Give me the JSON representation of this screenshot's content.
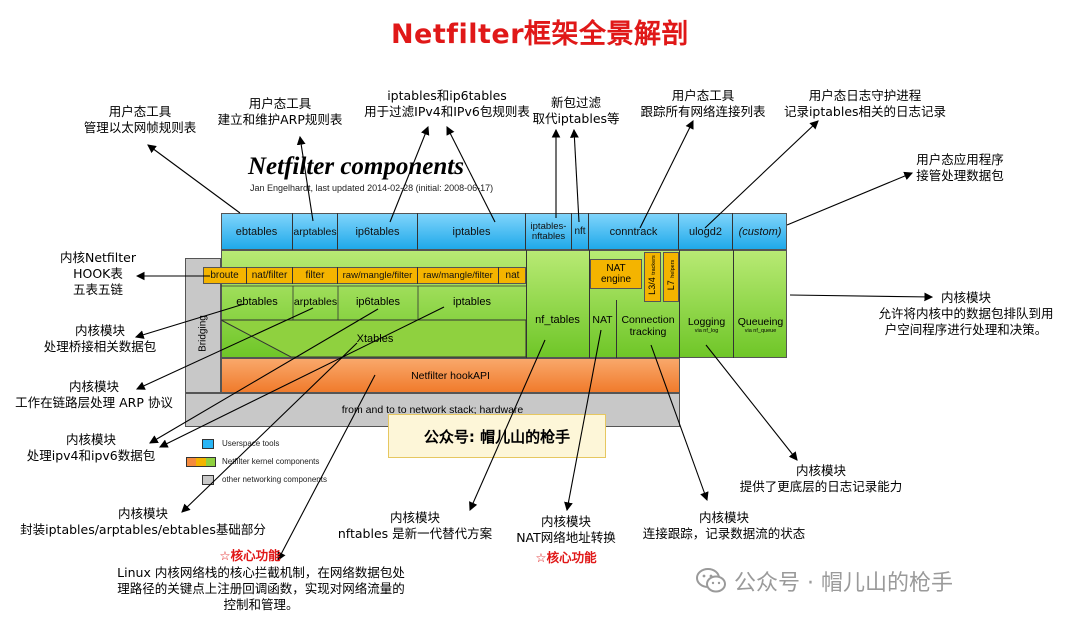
{
  "title": "Netfilter框架全景解剖",
  "diagram": {
    "heading": "Netfilter components",
    "byline": "Jan Engelhardt, last updated 2014-02-28 (initial: 2008-06-17)",
    "userspace": [
      "ebtables",
      "arptables",
      "ip6tables",
      "iptables",
      "iptables-\nnftables",
      "nft",
      "conntrack",
      "ulogd2",
      "(custom)"
    ],
    "tables": [
      "broute",
      "nat/filter",
      "filter",
      "raw/mangle/filter",
      "raw/mangle/filter",
      "nat"
    ],
    "modules": [
      "ebtables",
      "arptables",
      "ip6tables",
      "iptables"
    ],
    "xtables": "Xtables",
    "nf_tables": "nf_tables",
    "nat_engine": "NAT\nengine",
    "l34": "L3/4",
    "l34_sub": "trackers",
    "l7": "L7",
    "l7_sub": "helpers",
    "nat": "NAT",
    "conn_tracking": "Connection\ntracking",
    "logging": "Logging",
    "logging_sub": "via nf_log",
    "queueing": "Queueing",
    "queueing_sub": "via nf_queue",
    "bridging": "Bridging",
    "hookapi": "Netfilter hookAPI",
    "stack": "from and to to network stack; hardware",
    "legend": [
      "Userspace tools",
      "Netfilter kernel components",
      "other networking components"
    ],
    "colors": {
      "userspace": "#29b6f6",
      "kernel": "#8fd13f",
      "hook": "#f58a3d",
      "table": "#f4b400",
      "other": "#c8c8c8"
    }
  },
  "badge": "公众号: 帽儿山的枪手",
  "annotations": {
    "a1": "用户态工具\n管理以太网帧规则表",
    "a2": "用户态工具\n建立和维护ARP规则表",
    "a3": "iptables和ip6tables\n用于过滤IPv4和IPv6包规则表",
    "a4": "新包过滤\n取代iptables等",
    "a5": "用户态工具\n跟踪所有网络连接列表",
    "a6": "用户态日志守护进程\n记录iptables相关的日志记录",
    "a7": "用户态应用程序\n接管处理数据包",
    "a8": "内核Netfilter\nHOOK表\n五表五链",
    "a9": "内核模块\n处理桥接相关数据包",
    "a10": "内核模块\n工作在链路层处理 ARP 协议",
    "a11": "内核模块\n处理ipv4和ipv6数据包",
    "a12": "内核模块\n封装iptables/arptables/ebtables基础部分",
    "a13_star": "☆核心功能",
    "a13": "Linux 内核网络栈的核心拦截机制，在网络数据包处\n理路径的关键点上注册回调函数，实现对网络流量的\n控制和管理。",
    "a14": "内核模块\nnftables 是新一代替代方案",
    "a15": "内核模块\nNAT网络地址转换",
    "a15_star": "☆核心功能",
    "a16": "内核模块\n连接跟踪，记录数据流的状态",
    "a17": "内核模块\n提供了更底层的日志记录能力",
    "a18": "内核模块\n允许将内核中的数据包排队到用\n户空间程序进行处理和决策。"
  },
  "watermark": "公众号 · 帽儿山的枪手"
}
